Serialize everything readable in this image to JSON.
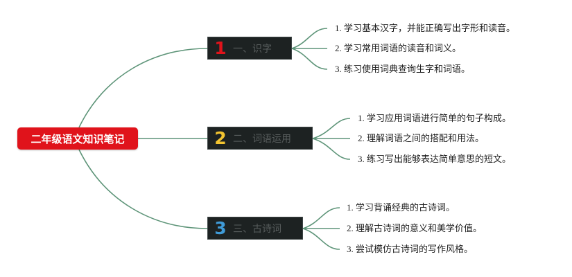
{
  "root": {
    "label": "二年级语文知识笔记"
  },
  "colors": {
    "root_fill": "#e0131b",
    "branch_fill": "#1d2222",
    "connector": "#5d9478",
    "num_1": "#e0131b",
    "num_2": "#f3c430",
    "num_3": "#3f9bd8"
  },
  "branches": [
    {
      "number": "1",
      "label": "一、识字",
      "items": [
        "1. 学习基本汉字，并能正确写出字形和读音。",
        "2. 学习常用词语的读音和词义。",
        "3. 练习使用词典查询生字和词语。"
      ]
    },
    {
      "number": "2",
      "label": "二、词语运用",
      "items": [
        "1. 学习应用词语进行简单的句子构成。",
        "2. 理解词语之间的搭配和用法。",
        "3. 练习写出能够表达简单意思的短文。"
      ]
    },
    {
      "number": "3",
      "label": "三、古诗词",
      "items": [
        "1. 学习背诵经典的古诗词。",
        "2. 理解古诗词的意义和美学价值。",
        "3. 尝试模仿古诗词的写作风格。"
      ]
    }
  ]
}
